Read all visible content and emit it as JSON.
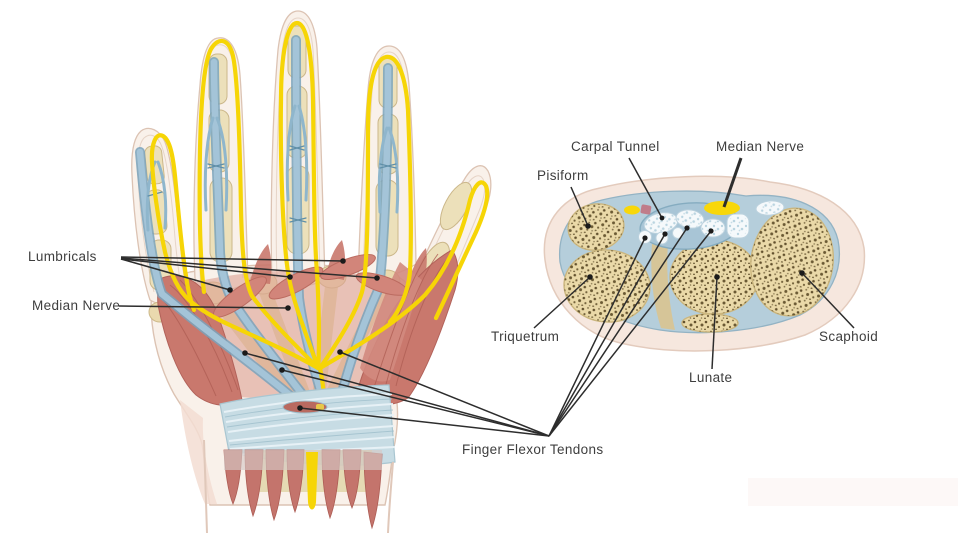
{
  "labels": {
    "lumbricals": "Lumbricals",
    "median_nerve_hand": "Median Nerve",
    "pisiform": "Pisiform",
    "carpal_tunnel": "Carpal Tunnel",
    "median_nerve_cross": "Median Nerve",
    "triquetrum": "Triquetrum",
    "lunate": "Lunate",
    "scaphoid": "Scaphoid",
    "finger_flexor_tendons": "Finger Flexor Tendons"
  },
  "colors": {
    "nerve_yellow": "#f6d506",
    "tendon_blue": "#a4c4d8",
    "tendon_blue_dark": "#7aa3bc",
    "muscle_red": "#c9786d",
    "muscle_red_dark": "#ad5d55",
    "bone_cream": "#ece0ba",
    "bone_tan": "#ead9a8",
    "bone_speckle": "#4a3917",
    "skin_light": "#f9f1ea",
    "skin_outline": "#dcc3b3",
    "cross_section_skin": "#f6e7de",
    "cross_section_blue": "#b5cedb",
    "ligament_blue": "#c7dce4",
    "leader_line": "#2d2d2d",
    "label_text": "#3e3e3e"
  }
}
